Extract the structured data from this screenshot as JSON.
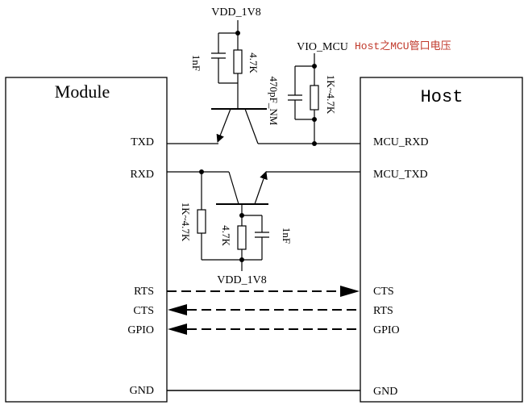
{
  "blocks": {
    "module": {
      "title": "Module",
      "pins": {
        "txd": "TXD",
        "rxd": "RXD",
        "rts": "RTS",
        "cts": "CTS",
        "gpio": "GPIO",
        "gnd": "GND"
      }
    },
    "host": {
      "title": "Host",
      "pins": {
        "mcu_rxd": "MCU_RXD",
        "mcu_txd": "MCU_TXD",
        "cts": "CTS",
        "rts": "RTS",
        "gpio": "GPIO",
        "gnd": "GND"
      }
    }
  },
  "rails": {
    "top_vdd": "VDD_1V8",
    "bottom_vdd": "VDD_1V8",
    "vio": "VIO_MCU"
  },
  "annotation": {
    "vio_note": "Host之MCU管口电压",
    "color": "#c0392b"
  },
  "components": {
    "top_cap": "1nF",
    "top_res": "4.7K",
    "vio_cap": "470pF_NM",
    "vio_res": "1K~4.7K",
    "bottom_res_left": "1K~4.7K",
    "bottom_res": "4.7K",
    "bottom_cap": "1nF"
  }
}
